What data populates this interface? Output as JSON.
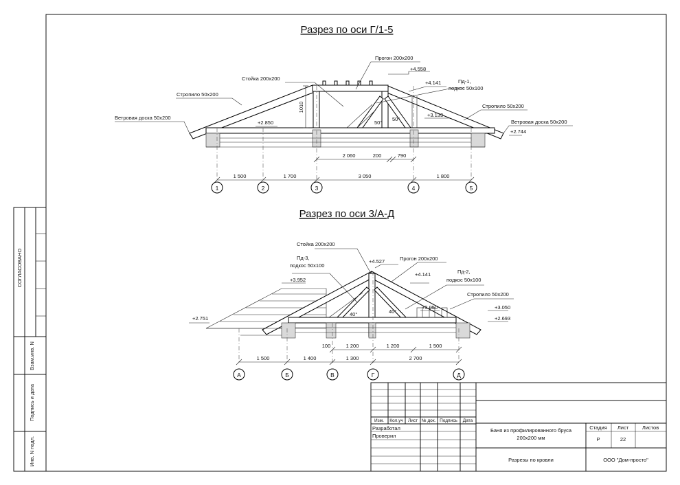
{
  "section1": {
    "title": "Разрез по оси Г/1-5",
    "labels": {
      "purlin": "Прогон 200x200",
      "level_top": "+4.558",
      "post": "Стойка 200x200",
      "level_2": "+4.141",
      "pd1": "Пд-1,",
      "pd1_sub": "подкос 50x100",
      "rafter_left": "Стропило 50x200",
      "rafter_right": "Стропило 50x200",
      "height_1010": "1010",
      "angle_a": "50°",
      "angle_b": "50°",
      "level_3133": "+3.133",
      "wind_left": "Ветровая доска 50x200",
      "wind_right": "Ветровая доска 50x200",
      "level_2850": "+2.850",
      "level_2744": "+2.744"
    },
    "dims_upper": [
      "2 060",
      "200",
      "790"
    ],
    "dims_lower": [
      "1 500",
      "1 700",
      "3 050",
      "1 800"
    ],
    "axes": [
      "1",
      "2",
      "3",
      "4",
      "5"
    ]
  },
  "section2": {
    "title": "Разрез по оси 3/А-Д",
    "labels": {
      "post": "Стойка 200x200",
      "level_top": "+4.527",
      "purlin": "Прогон 200x200",
      "pd3": "Пд-3,",
      "pd3_sub": "подкос 50x100",
      "level_4141": "+4.141",
      "pd2": "Пд-2,",
      "pd2_sub": "подкос 50x100",
      "level_3952": "+3.952",
      "rafter": "Стропило 50x200",
      "angle_a": "40°",
      "angle_b": "40°",
      "level_3050a": "+3.050",
      "level_3050b": "+3.050",
      "level_2751": "+2.751",
      "level_2693": "+2.693"
    },
    "dims_upper": [
      "100",
      "1 200",
      "1 200",
      "1 500"
    ],
    "dims_lower": [
      "1 500",
      "1 400",
      "1 300",
      "2 700"
    ],
    "axes": [
      "А",
      "Б",
      "В",
      "Г",
      "Д"
    ]
  },
  "side_stamp": {
    "agreed": "СОГЛАСОВАНО",
    "replaced": "Взам.инв. N",
    "sign_date": "Подпись и дата",
    "inv": "Инв. N подл."
  },
  "title_block": {
    "col_headers": [
      "Изм.",
      "Кол.уч",
      "Лист",
      "№ док.",
      "Подпись",
      "Дата"
    ],
    "developed": "Разработал",
    "checked": "Проверил",
    "project_line1": "Баня из профилированного бруса",
    "project_line2": "200х200 мм",
    "sheet_title": "Разрезы по кровли",
    "stage_label": "Стадия",
    "sheet_label": "Лист",
    "sheets_label": "Листов",
    "stage_value": "Р",
    "sheet_value": "22",
    "company": "ООО \"Дом-просто\""
  }
}
